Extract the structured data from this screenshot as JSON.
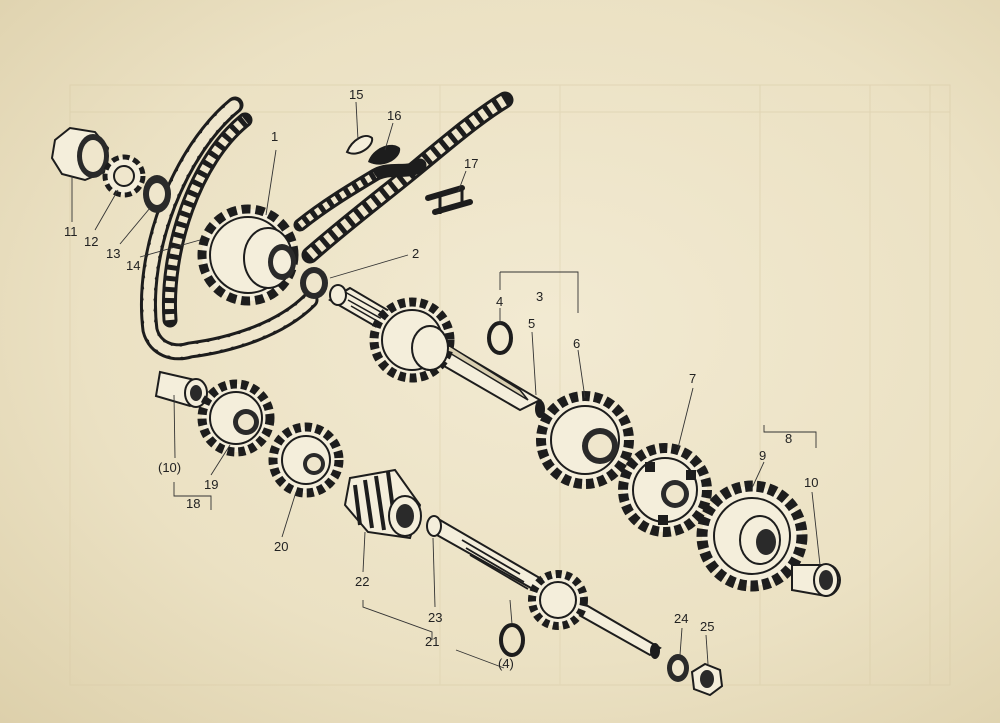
{
  "diagram": {
    "header_text": "",
    "part_labels": {
      "p1": "1",
      "p2": "2",
      "p3": "3",
      "p4": "4",
      "p5": "5",
      "p6": "6",
      "p7": "7",
      "p8": "8",
      "p9": "9",
      "p10": "10",
      "p10b": "(10)",
      "p11": "11",
      "p12": "12",
      "p13": "13",
      "p14": "14",
      "p15": "15",
      "p16": "16",
      "p17": "17",
      "p18": "18",
      "p19": "19",
      "p20": "20",
      "p21": "21",
      "p22": "22",
      "p23": "23",
      "p24": "24",
      "p25": "25",
      "p4b": "(4)"
    }
  }
}
